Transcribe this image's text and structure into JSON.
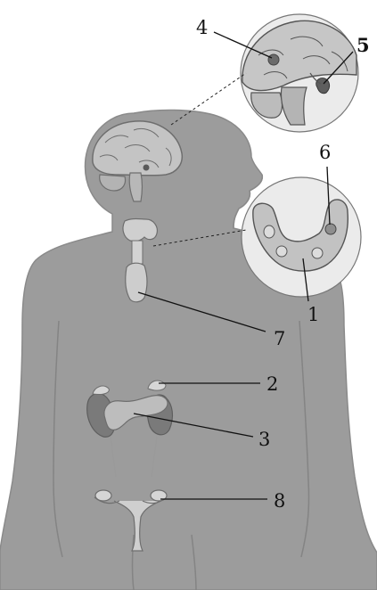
{
  "colors": {
    "body_fill": "#9c9c9c",
    "body_outline": "#8a8a8a",
    "organ_fill": "#c4c4c4",
    "organ_outline": "#6e6e6e",
    "dark_organ": "#7a7a7a",
    "inset_fill": "#ebebeb",
    "leader_line": "#111111",
    "label_text": "#111111"
  },
  "labels": {
    "l1": "1",
    "l2": "2",
    "l3": "3",
    "l4": "4",
    "l5": "5",
    "l6": "6",
    "l7": "7",
    "l8": "8"
  }
}
